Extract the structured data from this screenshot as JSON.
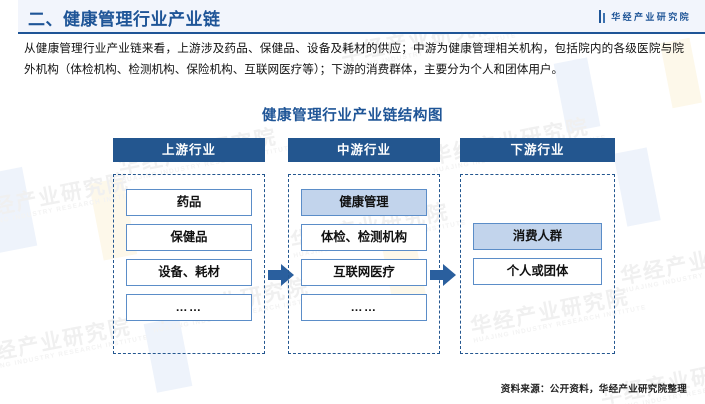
{
  "header": {
    "title": "二、健康管理行业产业链",
    "brand_text": "华经产业研究院",
    "brand_icon": "bookmark-bars-icon",
    "accent_color": "#1f5597",
    "band_color": "#f2f5fc"
  },
  "intro": {
    "paragraph": "从健康管理行业产业链来看，上游涉及药品、保健品、设备及耗材的供应；中游为健康管理相关机构，包括院内的各级医院与院外机构（体检机构、检测机构、保险机构、互联网医疗等）；下游的消费群体，主要分为个人和团体用户。"
  },
  "chart_data": {
    "type": "diagram",
    "title": "健康管理行业产业链结构图",
    "subtitle": "",
    "layout": "three-column value chain, left to right flow",
    "columns": [
      {
        "header": "上游行业",
        "nodes": [
          {
            "label": "药品",
            "highlighted": false
          },
          {
            "label": "保健品",
            "highlighted": false
          },
          {
            "label": "设备、耗材",
            "highlighted": false
          },
          {
            "label": "……",
            "highlighted": false
          }
        ]
      },
      {
        "header": "中游行业",
        "nodes": [
          {
            "label": "健康管理",
            "highlighted": true
          },
          {
            "label": "体检、检测机构",
            "highlighted": false
          },
          {
            "label": "互联网医疗",
            "highlighted": false
          },
          {
            "label": "……",
            "highlighted": false
          }
        ]
      },
      {
        "header": "下游行业",
        "nodes": [
          {
            "label": "消费人群",
            "highlighted": true
          },
          {
            "label": "个人或团体",
            "highlighted": false
          }
        ]
      }
    ],
    "connectors": [
      {
        "from": "上游行业",
        "to": "中游行业",
        "icon": "arrow-right-icon"
      },
      {
        "from": "中游行业",
        "to": "下游行业",
        "icon": "arrow-right-icon"
      }
    ],
    "colors": {
      "header_fill": "#23568f",
      "node_border": "#5b8dc8",
      "node_highlight_fill": "#c2d4ec",
      "dashed_border": "#23568f",
      "arrow_fill": "#2a5f9e",
      "title_color": "#1f5597"
    }
  },
  "footer": {
    "source": "资料来源：公开资料，华经产业研究院整理"
  },
  "watermark": {
    "cn": "华经产业研究院",
    "en": "HUAJING INDUSTRY RESEARCH INSTITUTE"
  }
}
